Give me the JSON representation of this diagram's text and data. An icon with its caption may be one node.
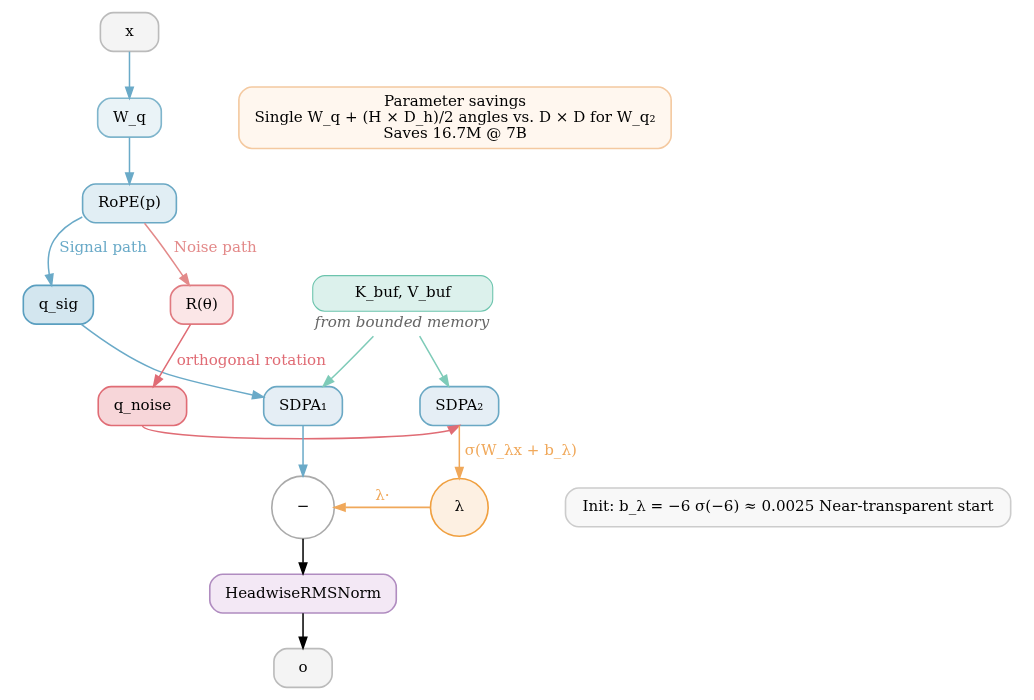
{
  "diagram": {
    "nodes": [
      {
        "text": [
          "x"
        ]
      },
      {
        "text": [
          "W_q"
        ]
      },
      {
        "text": [
          "RoPE(p)"
        ]
      },
      {
        "text": [
          "q_sig"
        ]
      },
      {
        "text": [
          "R(θ)"
        ]
      },
      {
        "text": [
          "K_buf, V_buf"
        ],
        "beside": [
          "from bounded memory"
        ]
      },
      {
        "text": [
          "q_noise"
        ]
      },
      {
        "text": [
          "SDPA₁"
        ]
      },
      {
        "text": [
          "SDPA₂"
        ]
      },
      {
        "text": [
          "−"
        ]
      },
      {
        "text": [
          "λ"
        ]
      },
      {
        "text": [
          "HeadwiseRMSNorm"
        ]
      },
      {
        "text": [
          "o"
        ]
      },
      {
        "text": [
          "Parameter savings",
          "Single W_q + (H × D_h)/2 angles vs. D × D for W_q₂",
          "Saves 16.7M @ 7B"
        ]
      },
      {
        "text": [
          "Init: b_λ = −6 σ(−6) ≈ 0.0025 Near-transparent start"
        ]
      }
    ],
    "edges": [
      {
        "from": 0,
        "to": 1,
        "arrow": "to"
      },
      {
        "from": 1,
        "to": 2,
        "arrow": "to"
      },
      {
        "from": 2,
        "to": 3,
        "arrow": "to",
        "label": "Signal path"
      },
      {
        "from": 2,
        "to": 4,
        "arrow": "to",
        "label": "Noise path",
        "color": "#e38a8a"
      },
      {
        "from": 3,
        "to": 7,
        "arrow": "to"
      },
      {
        "from": 4,
        "to": 6,
        "arrow": "to",
        "label": "orthogonal rotation",
        "color": "#e06c75"
      },
      {
        "from": 5,
        "to": 7,
        "arrow": "to",
        "color": "#7ecbb8"
      },
      {
        "from": 5,
        "to": 8,
        "arrow": "to",
        "color": "#7ecbb8"
      },
      {
        "from": 6,
        "to": 8,
        "arrow": "to",
        "color": "#e06c75"
      },
      {
        "from": 7,
        "to": 9,
        "arrow": "to"
      },
      {
        "from": 8,
        "to": 10,
        "arrow": "to",
        "label": "σ(W_λx + b_λ)",
        "color": "#f0a85a"
      },
      {
        "from": 10,
        "to": 9,
        "arrow": "to",
        "label": "λ·",
        "color": "#f0a85a"
      },
      {
        "from": 9,
        "to": 11,
        "arrow": "to",
        "color": "#000000"
      },
      {
        "from": 11,
        "to": 12,
        "arrow": "to",
        "color": "#000000"
      }
    ]
  }
}
